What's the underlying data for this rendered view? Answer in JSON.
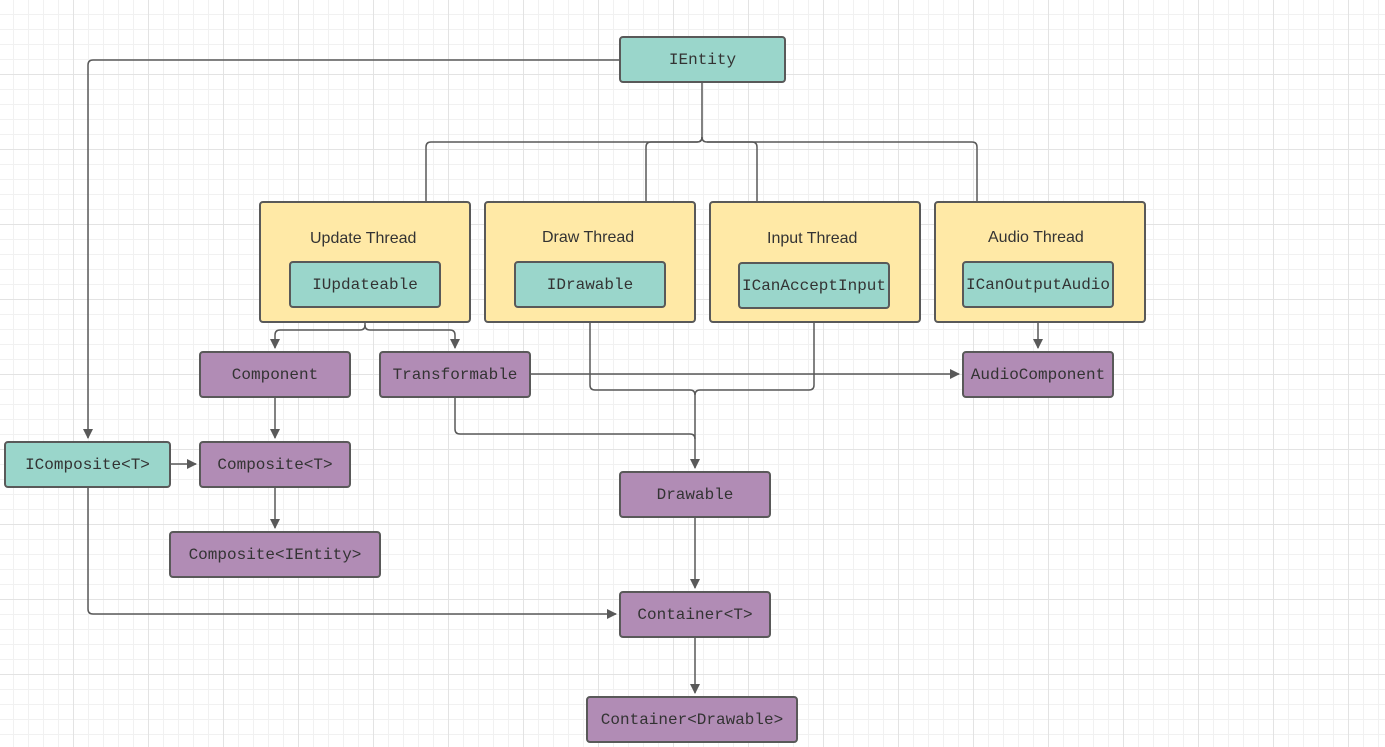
{
  "colors": {
    "interface_fill": "#9ad6cb",
    "class_fill": "#b18cb5",
    "thread_fill": "#ffe9a6",
    "stroke": "#595959",
    "grid": "#e3e3e3"
  },
  "threads": {
    "update": "Update Thread",
    "draw": "Draw Thread",
    "input": "Input Thread",
    "audio": "Audio Thread"
  },
  "nodes": {
    "ientity": "IEntity",
    "iupdateable": "IUpdateable",
    "idrawable": "IDrawable",
    "icanacceptinput": "ICanAcceptInput",
    "icanoutputaudio": "ICanOutputAudio",
    "component": "Component",
    "transformable": "Transformable",
    "audiocomponent": "AudioComponent",
    "icomposite": "IComposite<T>",
    "composite": "Composite<T>",
    "compositeientity": "Composite<IEntity>",
    "drawable": "Drawable",
    "container": "Container<T>",
    "containerdrawable": "Container<Drawable>"
  },
  "edges": [
    {
      "from": "IEntity",
      "to": "IUpdateable"
    },
    {
      "from": "IEntity",
      "to": "IDrawable"
    },
    {
      "from": "IEntity",
      "to": "ICanAcceptInput"
    },
    {
      "from": "IEntity",
      "to": "ICanOutputAudio"
    },
    {
      "from": "IEntity",
      "to": "IComposite<T>"
    },
    {
      "from": "IUpdateable",
      "to": "Component"
    },
    {
      "from": "IUpdateable",
      "to": "Transformable"
    },
    {
      "from": "ICanOutputAudio",
      "to": "AudioComponent"
    },
    {
      "from": "Transformable",
      "to": "AudioComponent"
    },
    {
      "from": "Transformable",
      "to": "Drawable"
    },
    {
      "from": "IDrawable",
      "to": "Drawable"
    },
    {
      "from": "ICanAcceptInput",
      "to": "Drawable"
    },
    {
      "from": "Component",
      "to": "Composite<T>"
    },
    {
      "from": "IComposite<T>",
      "to": "Composite<T>"
    },
    {
      "from": "IComposite<T>",
      "to": "Container<T>"
    },
    {
      "from": "Composite<T>",
      "to": "Composite<IEntity>"
    },
    {
      "from": "Drawable",
      "to": "Container<T>"
    },
    {
      "from": "Container<T>",
      "to": "Container<Drawable>"
    }
  ]
}
